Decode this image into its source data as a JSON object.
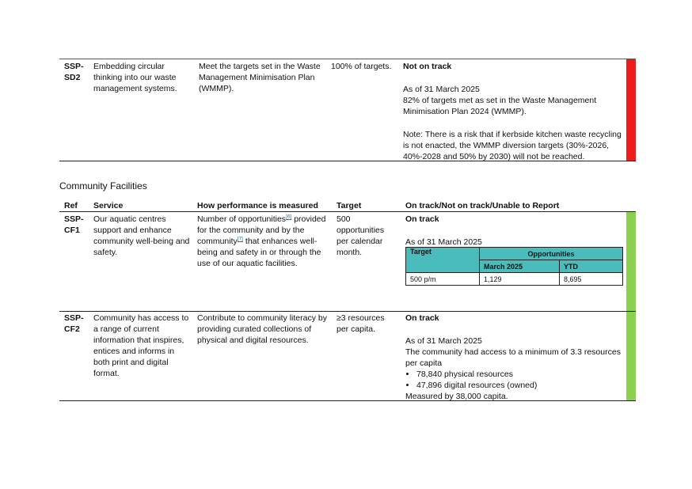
{
  "colors": {
    "not_on_track": "#ee1c1c",
    "on_track": "#8dd04f",
    "table_header": "#4bbcbc",
    "link": "#2a6fb0"
  },
  "ssp_sd2": {
    "ref": "SSP-SD2",
    "ref_line1": "SSP-",
    "ref_line2": "SD2",
    "service": "Embedding circular thinking into our waste management systems.",
    "measure": "Meet the targets set in the Waste Management Minimisation Plan (WMMP).",
    "target": "100% of targets.",
    "status": "Not on track",
    "as_of": "As of 31 March 2025",
    "detail": "82% of targets met as set in the Waste Management Minimisation Plan 2024 (WMMP).",
    "note": "Note: There is a risk that if kerbside kitchen waste recycling is not enacted, the WMMP diversion targets (30%-2026, 40%-2028 and 50% by 2030) will not be reached."
  },
  "section_title": "Community Facilities",
  "headers": {
    "ref": "Ref",
    "service": "Service",
    "measure": "How performance is measured",
    "target": "Target",
    "status": "On track/Not on track/Unable to Report"
  },
  "ssp_cf1": {
    "ref_line1": "SSP-",
    "ref_line2": "CF1",
    "service": "Our aquatic centres support and enhance community well-being and safety.",
    "measure_part1": "Number of opportunities",
    "footnote1": "[6]",
    "measure_part2": " provided for the community and by the community",
    "footnote2": "[7]",
    "measure_part3": " that enhances well-being and safety in or through the use of our aquatic facilities.",
    "target": "500 opportunities per calendar month.",
    "status": "On track",
    "as_of": "As of 31 March 2025",
    "table": {
      "target_header": "Target",
      "opportunities_header": "Opportunities",
      "month_header": "March 2025",
      "ytd_header": "YTD",
      "target_value": "500 p/m",
      "month_value": "1,129",
      "ytd_value": "8,695"
    }
  },
  "ssp_cf2": {
    "ref_line1": "SSP-",
    "ref_line2": "CF2",
    "service": "Community has access to a range of current information that inspires, entices and informs in both print and digital format.",
    "measure": "Contribute to community literacy by providing curated collections of physical and digital resources.",
    "target": "≥3 resources per capita.",
    "status": "On track",
    "as_of": "As of 31 March 2025",
    "detail": "The community had access to a minimum of 3.3 resources per capita",
    "bullets": [
      "78,840 physical resources",
      "47,896 digital resources (owned)"
    ],
    "measured": "Measured by 38,000 capita."
  }
}
